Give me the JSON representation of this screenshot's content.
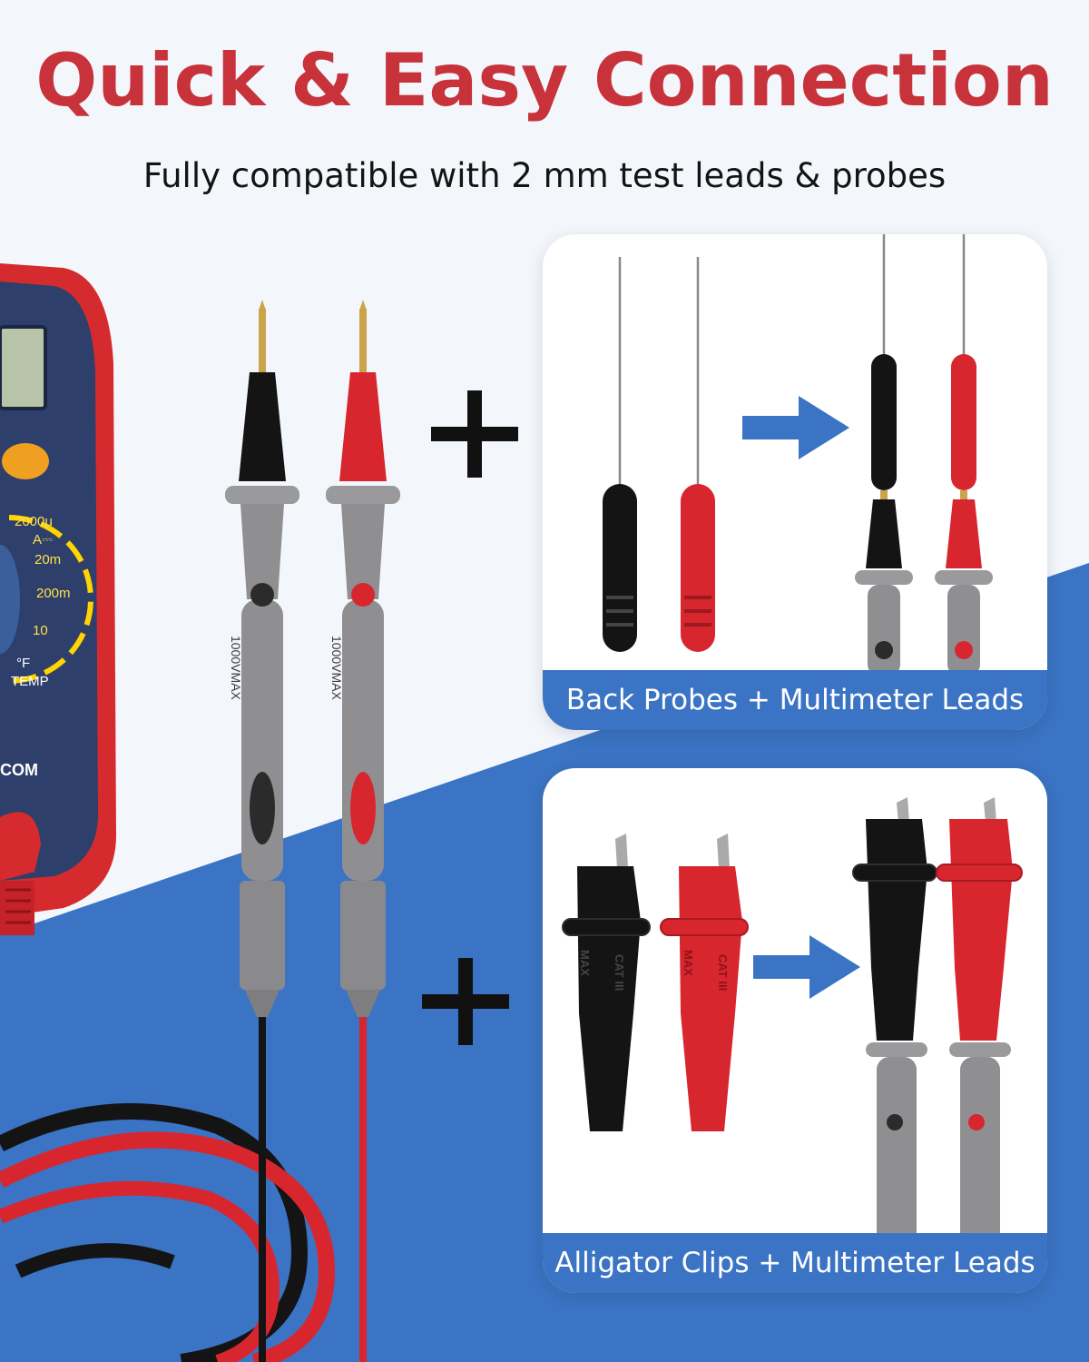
{
  "headline": "Quick & Easy Connection",
  "subheadline": "Fully compatible with 2 mm test leads & probes",
  "cards": [
    {
      "caption": "Back Probes + Multimeter Leads"
    },
    {
      "caption": "Alligator Clips + Multimeter Leads"
    }
  ],
  "multimeter": {
    "dial_labels": [
      "2000μ",
      "A⎓",
      "20m",
      "200m",
      "10",
      "°F",
      "TEMP",
      "COM"
    ]
  },
  "probe_markings": {
    "rating": "1000VMAX",
    "category": "CAT III",
    "clip_text": [
      "MAX",
      "CAT III"
    ]
  },
  "colors": {
    "headline": "#c8323a",
    "accent_blue": "#3b74c4",
    "red_lead": "#d8262f",
    "black_lead": "#141414",
    "gray_probe": "#8f8f92",
    "meter_red": "#d62b2e",
    "meter_navy": "#2e3f6b"
  },
  "icons": [
    "plus-icon",
    "arrow-right-icon"
  ]
}
